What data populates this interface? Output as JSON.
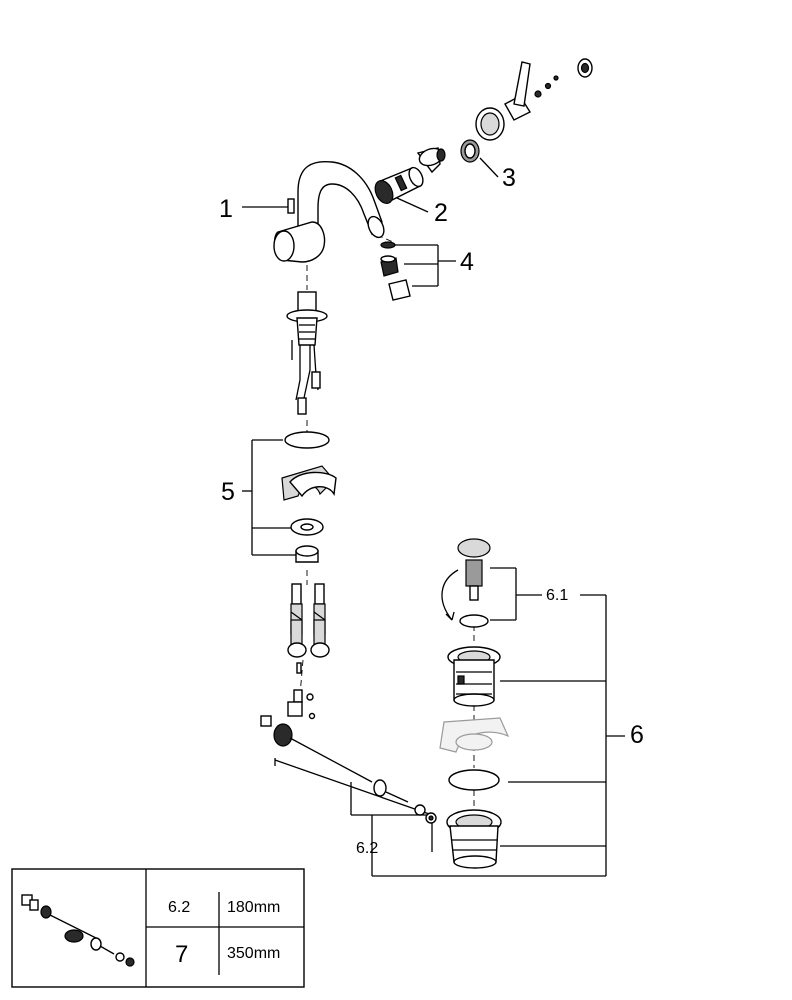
{
  "callouts": {
    "c1": "1",
    "c2": "2",
    "c3": "3",
    "c4": "4",
    "c5": "5",
    "c6": "6",
    "c61": "6.1",
    "c62": "6.2"
  },
  "table": {
    "row1_id": "6.2",
    "row1_len": "180mm",
    "row2_id": "7",
    "row2_len": "350mm"
  }
}
